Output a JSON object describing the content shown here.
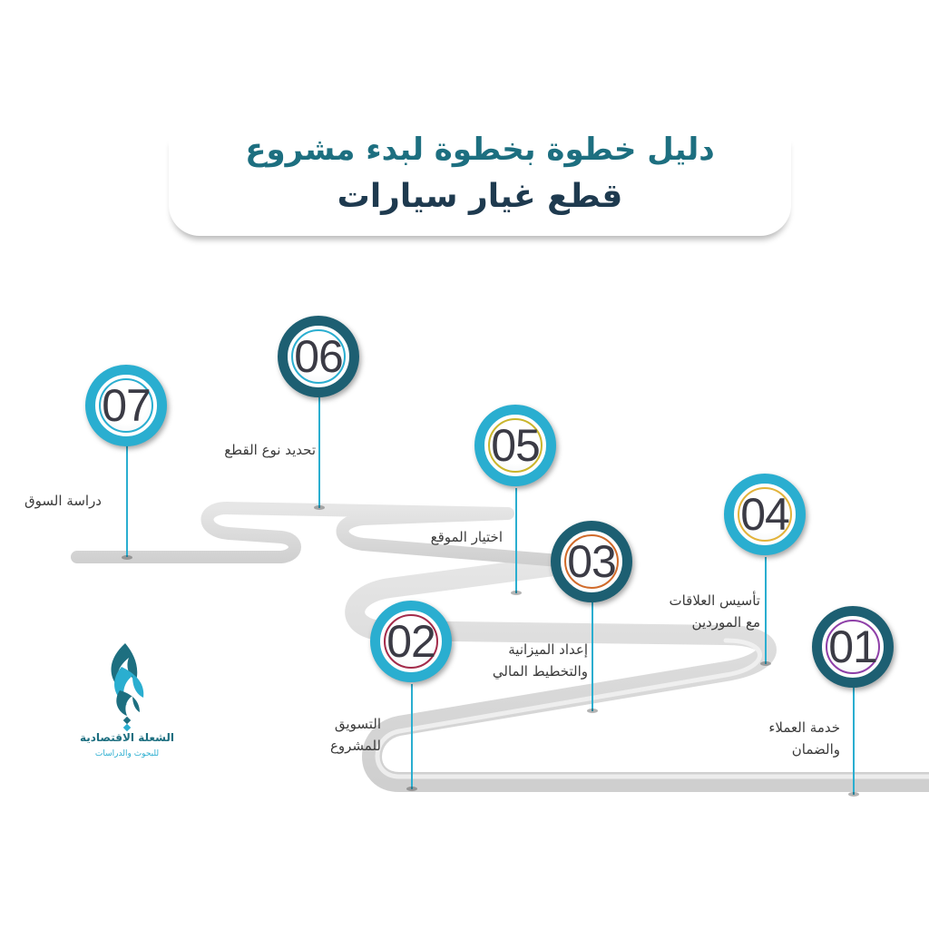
{
  "title": {
    "line1": "دليل خطوة بخطوة لبدء مشروع",
    "line2": "قطع غيار سيارات"
  },
  "steps": [
    {
      "number": "01",
      "label_line1": "خدمة العملاء",
      "label_line2": "والضمان",
      "ring_color": "#1d5f72",
      "inner_color": "#8e3fa8"
    },
    {
      "number": "02",
      "label_line1": "التسويق",
      "label_line2": "للمشروع",
      "ring_color": "#2aaed0",
      "inner_color": "#a32b4a"
    },
    {
      "number": "03",
      "label_line1": "إعداد الميزانية",
      "label_line2": "والتخطيط المالي",
      "ring_color": "#1d5f72",
      "inner_color": "#d06a2a"
    },
    {
      "number": "04",
      "label_line1": "تأسيس العلاقات",
      "label_line2": "مع الموردين",
      "ring_color": "#2aaed0",
      "inner_color": "#e2b33a"
    },
    {
      "number": "05",
      "label_line1": "اختيار الموقع",
      "label_line2": "",
      "ring_color": "#2aaed0",
      "inner_color": "#c9b52b"
    },
    {
      "number": "06",
      "label_line1": "تحديد نوع القطع",
      "label_line2": "",
      "ring_color": "#1d5f72",
      "inner_color": "#2aaed0"
    },
    {
      "number": "07",
      "label_line1": "دراسة السوق",
      "label_line2": "",
      "ring_color": "#2aaed0",
      "inner_color": "#2aaed0"
    }
  ],
  "logo": {
    "name": "الشعلة الاقتصادية",
    "subtitle": "للبحوث والدراسات",
    "icon": "flame-logo-icon"
  },
  "colors": {
    "teal_dark": "#1d5f72",
    "teal_light": "#2aaed0",
    "title_dark": "#1e3a4f",
    "road": "#dcdcdc"
  }
}
